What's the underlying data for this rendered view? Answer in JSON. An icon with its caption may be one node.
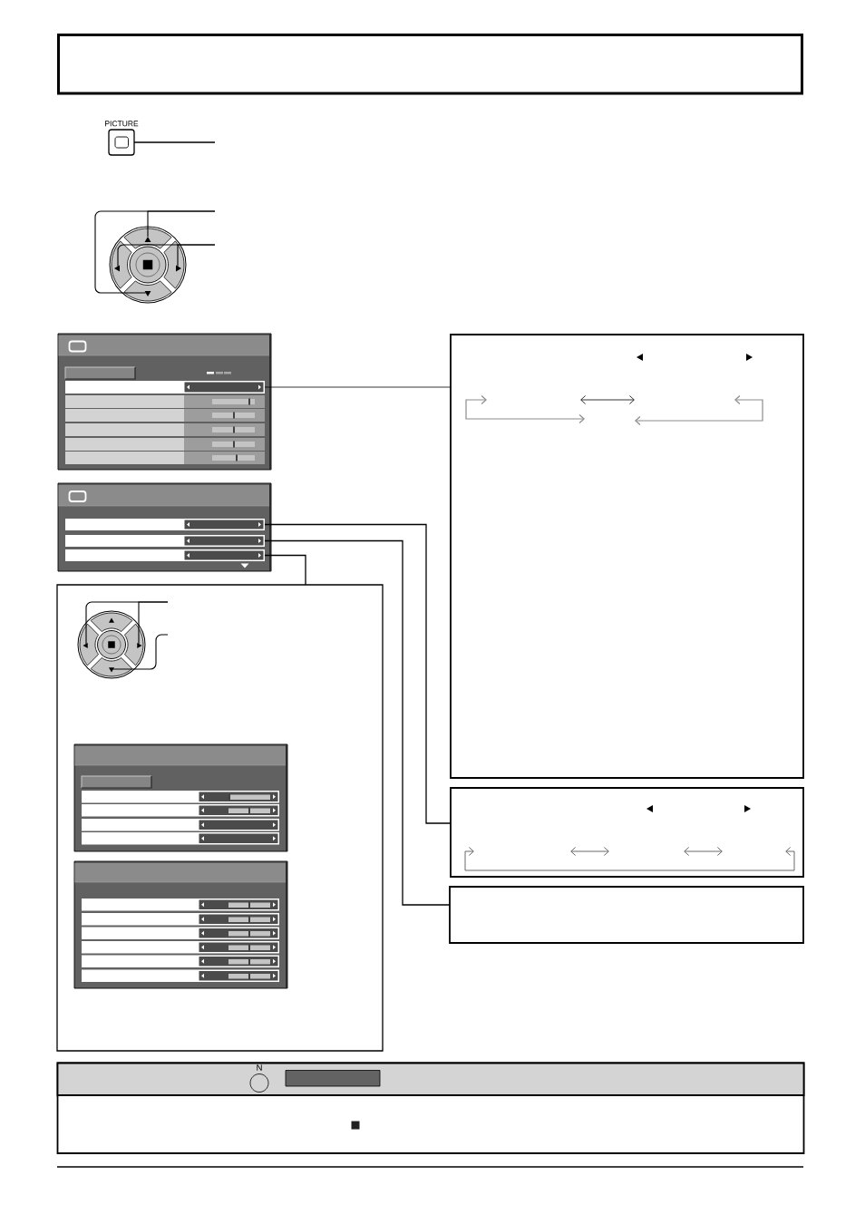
{
  "diagram": {
    "nodes": [
      {
        "text": [],
        "shape": "box"
      },
      {
        "text": [
          "PICTURE"
        ]
      },
      {
        "text": [],
        "shape": "picture"
      },
      {
        "text": [],
        "shape": "triangle",
        "in": 2
      },
      {
        "text": [],
        "shape": "triangle",
        "in": 2
      },
      {
        "text": [],
        "shape": "triangle",
        "in": 2
      },
      {
        "text": [],
        "shape": "triangle",
        "in": 2
      },
      {
        "text": [],
        "shape": "picture"
      },
      {
        "text": [],
        "shape": "bar",
        "in": 7
      },
      {
        "text": [],
        "shape": "box"
      },
      {
        "text": [],
        "shape": "picture"
      },
      {
        "text": [],
        "shape": "bar",
        "in": 10
      },
      {
        "text": [],
        "shape": "bar",
        "in": 10
      },
      {
        "text": [],
        "shape": "bar",
        "in": 10
      },
      {
        "text": [],
        "shape": "box"
      },
      {
        "text": [],
        "shape": "box"
      },
      {
        "text": [],
        "shape": "box"
      },
      {
        "text": [],
        "shape": "picture",
        "in": 16
      },
      {
        "text": [],
        "shape": "triangle",
        "in": 17
      },
      {
        "text": [],
        "shape": "triangle",
        "in": 17
      },
      {
        "text": [],
        "shape": "triangle",
        "in": 17
      },
      {
        "text": [],
        "shape": "triangle",
        "in": 17
      },
      {
        "text": [],
        "shape": "picture",
        "in": 16
      },
      {
        "text": [],
        "shape": "picture",
        "in": 16
      }
    ],
    "edges": [
      {
        "from": 1,
        "to": null,
        "arrow": "none"
      },
      {
        "from": null,
        "to": 3,
        "arrow": "none"
      },
      {
        "from": null,
        "to": 6,
        "arrow": "none"
      },
      {
        "from": null,
        "to": 4,
        "arrow": "none"
      },
      {
        "from": null,
        "to": 5,
        "arrow": "none"
      },
      {
        "from": 8,
        "to": 9,
        "arrow": "none"
      },
      {
        "from": 11,
        "to": 14,
        "arrow": "none"
      },
      {
        "from": 12,
        "to": 15,
        "arrow": "none"
      },
      {
        "from": 13,
        "to": 16,
        "arrow": "none"
      },
      {
        "from": null,
        "to": 19,
        "arrow": "none"
      },
      {
        "from": null,
        "to": 20,
        "arrow": "none"
      },
      {
        "from": null,
        "to": 21,
        "arrow": "none"
      }
    ],
    "labels": [
      "N"
    ]
  }
}
